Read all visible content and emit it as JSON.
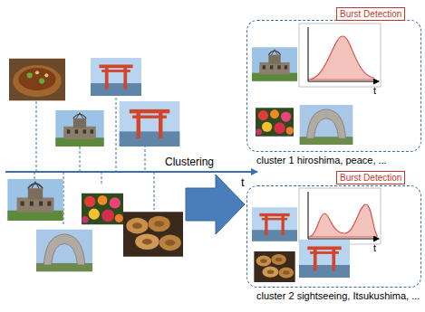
{
  "diagram": {
    "nodes": [
      {
        "text": [
          "cluster 1 hiroshima, peace, ..."
        ]
      },
      {
        "text": [
          "Burst Detection"
        ],
        "in": 0
      },
      {
        "text": [
          "cluster 2 sightseeing, Itsukushima, ..."
        ]
      },
      {
        "text": [
          "Burst Detection"
        ],
        "in": 2
      }
    ],
    "labels": [
      "Clustering",
      "t",
      "t",
      "t"
    ]
  }
}
